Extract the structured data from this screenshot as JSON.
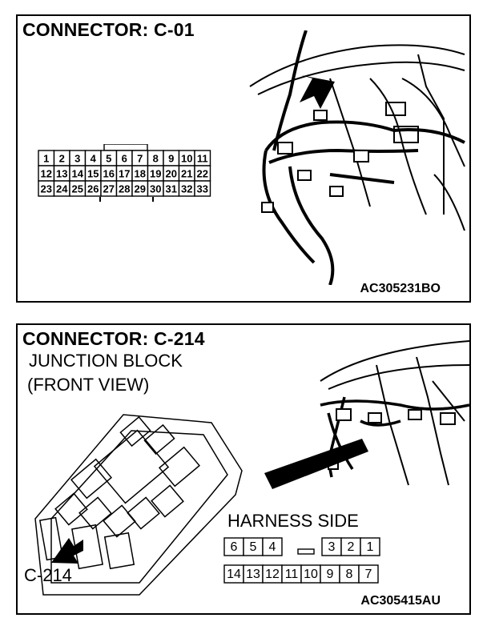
{
  "connector1": {
    "title": "CONNECTOR: C-01",
    "code": "AC305231BO",
    "pins_row1": [
      "1",
      "2",
      "3",
      "4",
      "5",
      "6",
      "7",
      "8",
      "9",
      "10",
      "11"
    ],
    "pins_row2": [
      "12",
      "13",
      "14",
      "15",
      "16",
      "17",
      "18",
      "19",
      "20",
      "21",
      "22"
    ],
    "pins_row3": [
      "23",
      "24",
      "25",
      "26",
      "27",
      "28",
      "29",
      "30",
      "31",
      "32",
      "33"
    ]
  },
  "connector2": {
    "title": "CONNECTOR: C-214",
    "subtitle_line1": "JUNCTION BLOCK",
    "subtitle_line2": "(FRONT VIEW)",
    "harness_label": "HARNESS SIDE",
    "callout": "C-214",
    "code": "AC305415AU",
    "pins_top_left": [
      "6",
      "5",
      "4"
    ],
    "pins_top_right": [
      "3",
      "2",
      "1"
    ],
    "pins_bottom": [
      "14",
      "13",
      "12",
      "11",
      "10",
      "9",
      "8",
      "7"
    ]
  },
  "colors": {
    "line": "#000000",
    "background": "#ffffff"
  }
}
